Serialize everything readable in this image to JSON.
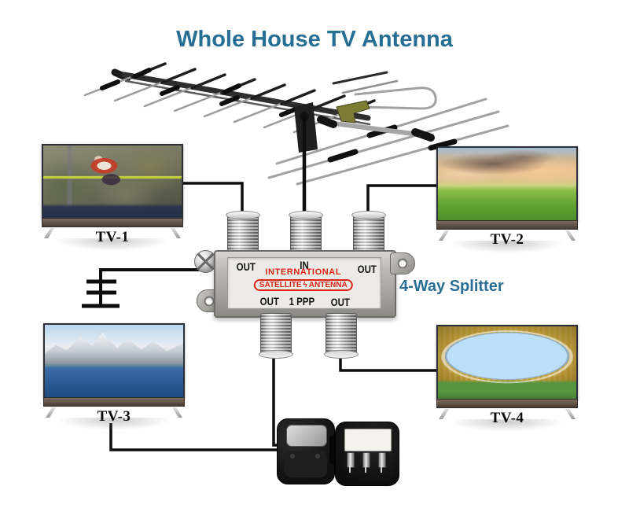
{
  "title": "Whole House TV Antenna",
  "colors": {
    "heading_blue": "#276e94",
    "caption_blue": "#2a6e93",
    "logo_red": "#dd2418",
    "cable_black": "#0d0d0d",
    "background": "#ffffff"
  },
  "antenna": {
    "name": "yagi-tv-antenna-illustration"
  },
  "tvs": [
    {
      "label": "TV-1",
      "screen_content": "high-jump-athletics-scene"
    },
    {
      "label": "TV-2",
      "screen_content": "sunset-meadow-landscape"
    },
    {
      "label": "TV-3",
      "screen_content": "mountain-lake-scene"
    },
    {
      "label": "TV-4",
      "screen_content": "stadium-panorama"
    }
  ],
  "splitter": {
    "caption": "4-Way Splitter",
    "brand": {
      "line1": "INTERNATIONAL",
      "word_left": "SATELLITE",
      "word_right": "ANTENNA",
      "bolt_icon": "ϟ"
    },
    "ports": {
      "top_left": "OUT",
      "top_center": "IN",
      "top_right": "OUT",
      "bottom_left": "OUT",
      "bottom_center": "1 PPP",
      "bottom_right": "OUT"
    }
  },
  "ground_symbol": {
    "name": "earth-ground-symbol"
  },
  "grounding_block": {
    "name": "outdoor-grounding-block"
  }
}
